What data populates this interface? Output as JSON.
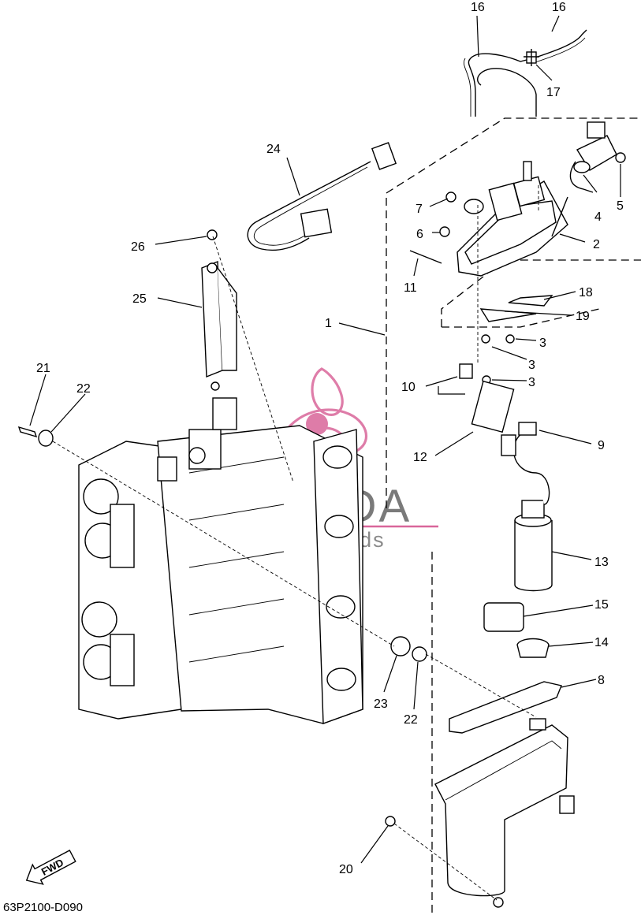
{
  "diagram_code": "63P2100-D090",
  "direction_label": "FWD",
  "watermark": {
    "brand": "ARMADA",
    "tagline": "marineoutboards",
    "accent_color": "#d9669a"
  },
  "callouts": [
    "16",
    "16",
    "17",
    "24",
    "5",
    "4",
    "7",
    "2",
    "6",
    "26",
    "11",
    "18",
    "19",
    "1",
    "3",
    "3",
    "3",
    "25",
    "10",
    "21",
    "22",
    "12",
    "9",
    "13",
    "15",
    "14",
    "8",
    "23",
    "22",
    "20"
  ]
}
